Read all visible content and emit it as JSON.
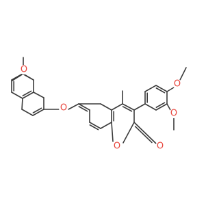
{
  "diagram": {
    "type": "skeletal-structure",
    "colors": {
      "bond": "#3a3a3a",
      "oxygen": "#e8453c"
    },
    "atoms": [
      {
        "id": "o_methoxy_top_left",
        "label": "O",
        "color": "#e8453c"
      },
      {
        "id": "o_benzyl_ether",
        "label": "O",
        "color": "#e8453c"
      },
      {
        "id": "o_methoxy_para",
        "label": "O",
        "color": "#e8453c"
      },
      {
        "id": "o_methoxy_meta",
        "label": "O",
        "color": "#e8453c"
      },
      {
        "id": "o_ring",
        "label": "O",
        "color": "#e8453c"
      },
      {
        "id": "o_carbonyl",
        "label": "O",
        "color": "#e8453c"
      }
    ]
  }
}
